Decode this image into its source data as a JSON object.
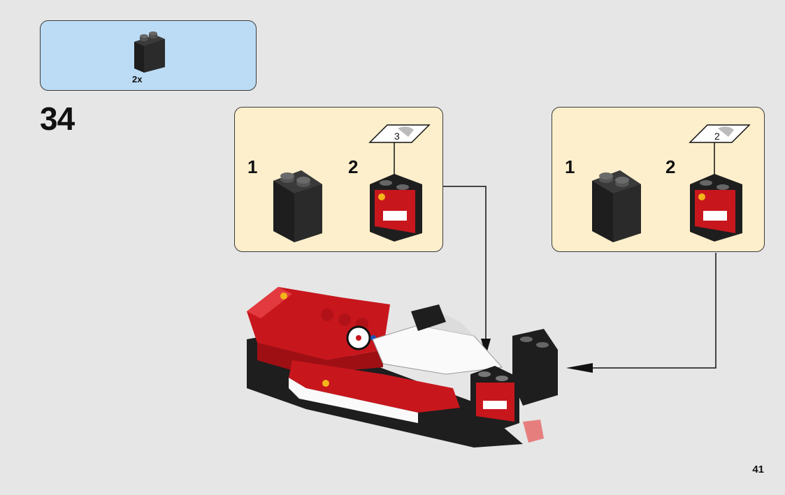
{
  "parts": {
    "quantity": "2x",
    "icon": "black-panel-1x2x2-brick"
  },
  "step": {
    "number": "34"
  },
  "subassemblies": [
    {
      "steps": [
        {
          "label": "1",
          "icon": "black-panel-brick"
        },
        {
          "label": "2",
          "icon": "decorated-sponsor-panel",
          "sticker_number": "3"
        }
      ]
    },
    {
      "steps": [
        {
          "label": "1",
          "icon": "black-panel-brick"
        },
        {
          "label": "2",
          "icon": "decorated-sponsor-panel",
          "sticker_number": "2"
        }
      ]
    }
  ],
  "colors": {
    "background": "#e6e6e6",
    "parts_box": "#bcdcf5",
    "subassembly_box": "#fdefcb",
    "brick_red": "#c8161d",
    "brick_black": "#1e1e1e"
  },
  "page": {
    "number": "41"
  }
}
